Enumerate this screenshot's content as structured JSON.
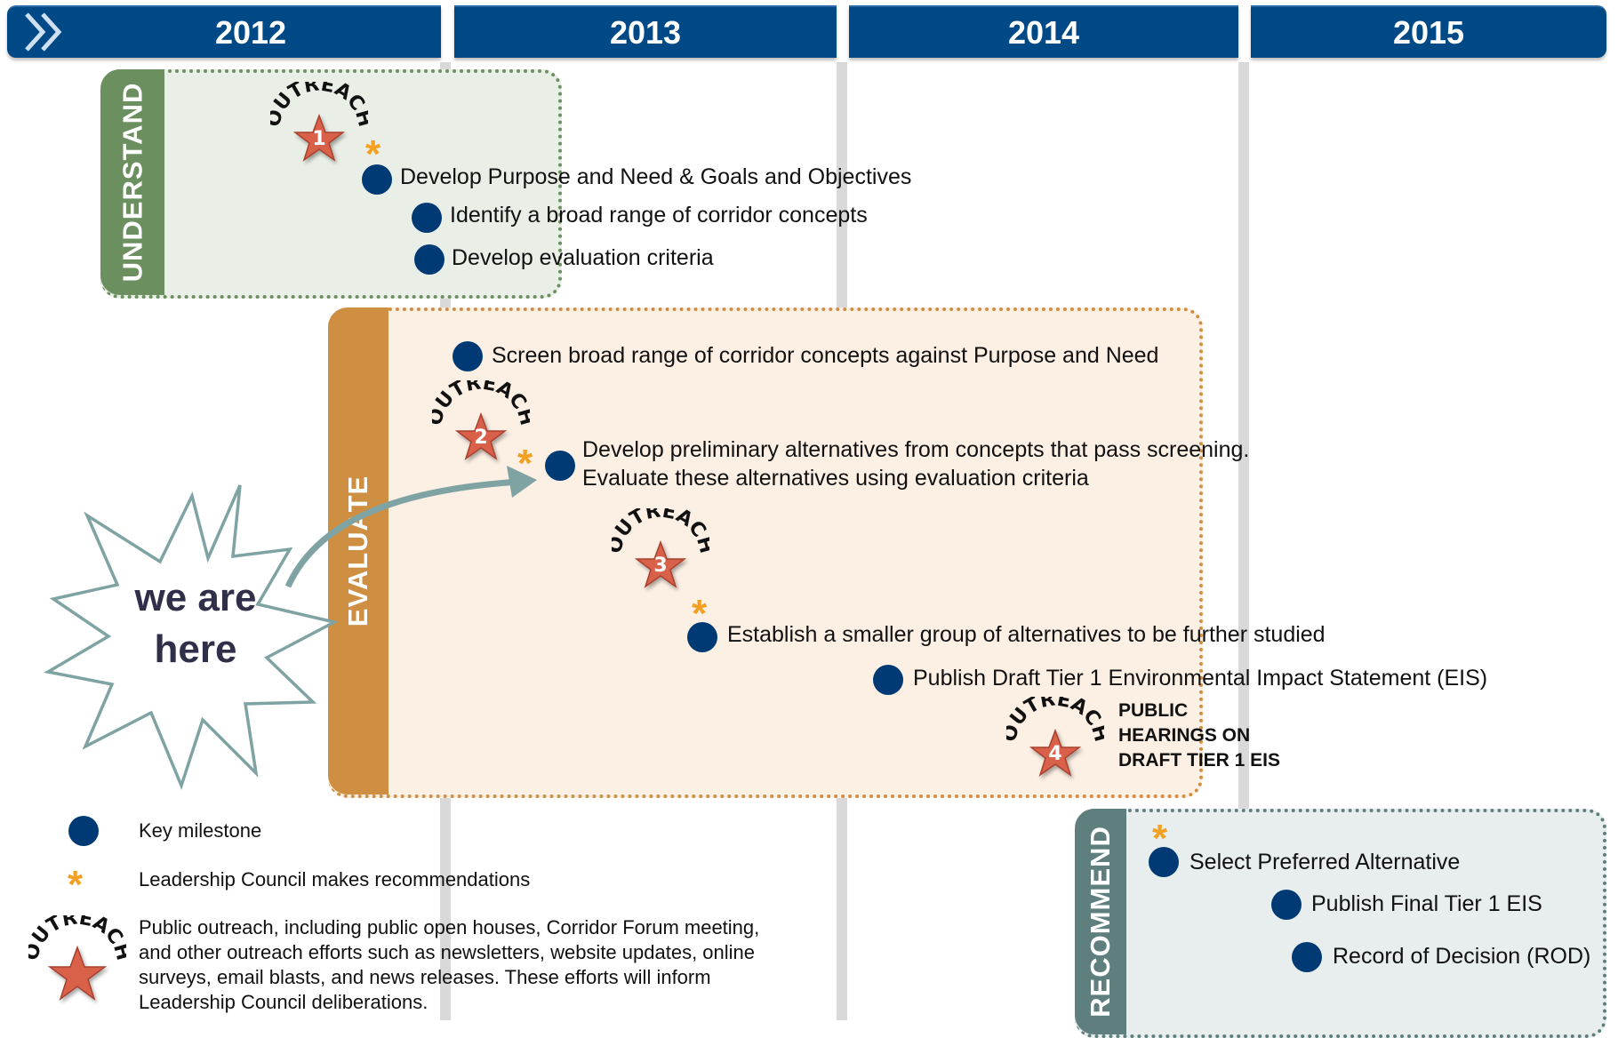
{
  "years": [
    "2012",
    "2013",
    "2014",
    "2015"
  ],
  "phases": {
    "understand": "UNDERSTAND",
    "evaluate": "EVALUATE",
    "recommend": "RECOMMEND"
  },
  "milestones": {
    "purpose_need": "Develop Purpose and Need & Goals and Objectives",
    "broad_range": "Identify a broad range of corridor concepts",
    "eval_criteria": "Develop evaluation criteria",
    "screen": "Screen broad range of corridor concepts against Purpose and Need",
    "prelim_line1": "Develop preliminary alternatives from concepts that pass screening.",
    "prelim_line2": "Evaluate these alternatives using evaluation criteria",
    "smaller_group": "Establish a smaller group of alternatives to be further studied",
    "draft_eis": "Publish Draft Tier 1 Environmental Impact Statement (EIS)",
    "select_preferred": "Select Preferred Alternative",
    "final_eis": "Publish Final Tier 1 EIS",
    "rod": "Record of Decision (ROD)"
  },
  "hearings": [
    "PUBLIC",
    "HEARINGS ON",
    "DRAFT TIER 1 EIS"
  ],
  "outreach": {
    "word": "OUTREACH",
    "numbers": [
      "1",
      "2",
      "3",
      "4"
    ]
  },
  "callout": {
    "line1": "we are",
    "line2": "here"
  },
  "legend": {
    "key_milestone": "Key milestone",
    "leadership": "Leadership Council makes recommendations",
    "outreach_desc": [
      "Public outreach, including public open houses, Corridor Forum meeting,",
      "and other outreach efforts such as newsletters, website updates, online",
      "surveys, email blasts, and news releases. These efforts will inform",
      "Leadership Council deliberations."
    ]
  },
  "colors": {
    "header_blue": "#004987",
    "milestone_blue": "#003a75",
    "understand_green": "#6b8f5e",
    "understand_bg": "#e9efe6",
    "evaluate_orange": "#cf8f42",
    "evaluate_bg": "#fcefe4",
    "recommend_gray": "#5f7f7f",
    "recommend_bg": "#e8eeee",
    "asterisk": "#f4a021",
    "star": "#d9604a",
    "callout_outline": "#7fa3a3",
    "arrow": "#7fa3a3"
  },
  "icons": {
    "milestone": "filled-circle-icon",
    "leadership": "asterisk-icon",
    "outreach": "star-icon",
    "header": "double-chevron-icon"
  }
}
